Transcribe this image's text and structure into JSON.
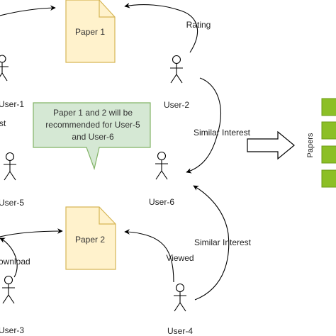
{
  "documents": {
    "paper1": {
      "label": "Paper 1"
    },
    "paper2": {
      "label": "Paper 2"
    }
  },
  "users": {
    "user1": {
      "label": "User-1"
    },
    "user1_cut": {
      "label": "st"
    },
    "user2": {
      "label": "User-2"
    },
    "user3": {
      "label": "User-3"
    },
    "user4": {
      "label": "User-4"
    },
    "user5": {
      "label": "User-5"
    },
    "user6": {
      "label": "User-6"
    }
  },
  "edge_labels": {
    "rating": "Rating",
    "similar_interest_top": "Similar Interest",
    "similar_interest_bottom": "Similar Interest",
    "viewed": "Viewed",
    "download": "ownload"
  },
  "callout": {
    "line1": "Paper 1 and 2 will be",
    "line2": "recommended for User-5",
    "line3": "and User-6"
  },
  "papers_stack": {
    "label": "Papers"
  },
  "colors": {
    "document_fill": "#fff2cc",
    "document_stroke": "#d6b656",
    "callout_fill": "#d5e8d4",
    "callout_stroke": "#82b366",
    "papers_fill": "#8cbf26",
    "papers_stroke": "#6d9b17"
  }
}
